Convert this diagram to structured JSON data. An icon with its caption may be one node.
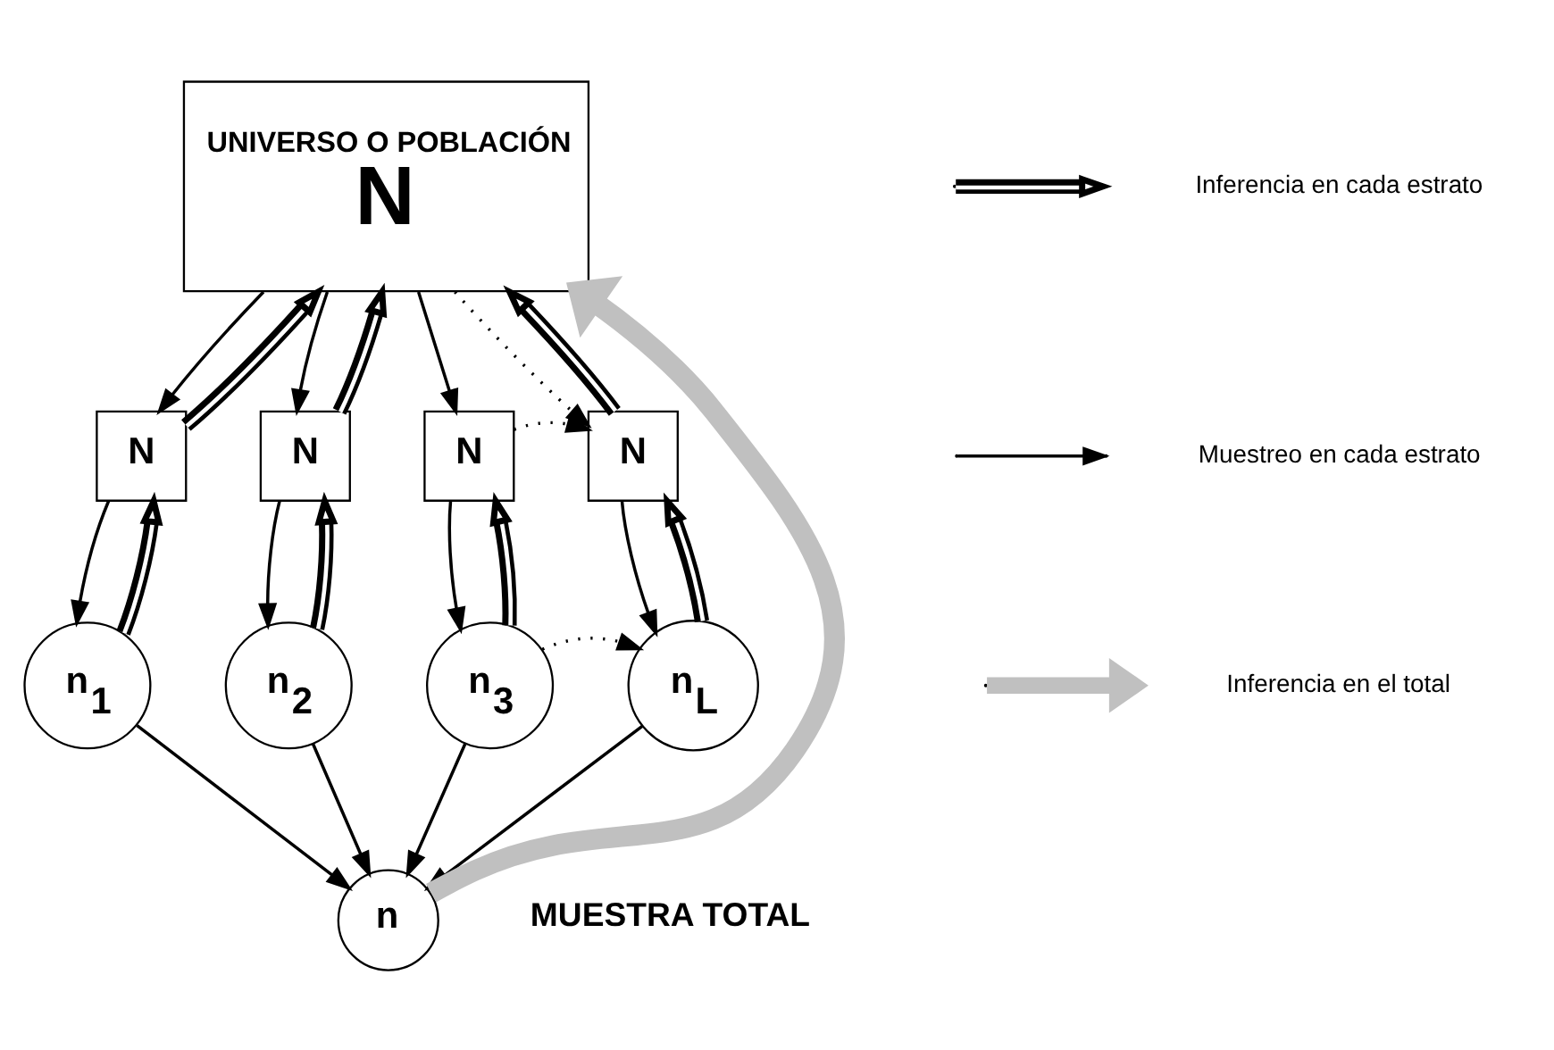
{
  "diagram": {
    "nodes": [
      {
        "text": [
          "UNIVERSO O POBLACIÓN",
          "N"
        ]
      },
      {
        "text": [
          "N"
        ]
      },
      {
        "text": [
          "N"
        ]
      },
      {
        "text": [
          "N"
        ]
      },
      {
        "text": [
          "N"
        ]
      },
      {
        "text": [
          "n$_{1}$"
        ]
      },
      {
        "text": [
          "n$_{2}$"
        ]
      },
      {
        "text": [
          "n$_{3}$"
        ]
      },
      {
        "text": [
          "n$_{L}$"
        ]
      },
      {
        "text": [
          "n"
        ],
        "beside": [
          "MUESTRA TOTAL"
        ]
      }
    ],
    "edges": [
      {
        "from": 0,
        "to": 1,
        "arrow": "to"
      },
      {
        "from": 0,
        "to": 2,
        "arrow": "to"
      },
      {
        "from": 0,
        "to": 3,
        "arrow": "to"
      },
      {
        "from": 0,
        "to": 4,
        "arrow": "to",
        "style": "dashed"
      },
      {
        "from": 1,
        "to": 0,
        "arrow": "to",
        "style": "thick"
      },
      {
        "from": 2,
        "to": 0,
        "arrow": "to",
        "style": "thick"
      },
      {
        "from": 4,
        "to": 0,
        "arrow": "to",
        "style": "thick"
      },
      {
        "from": 3,
        "to": 4,
        "arrow": "to",
        "style": "dashed"
      },
      {
        "from": 1,
        "to": 5,
        "arrow": "to"
      },
      {
        "from": 2,
        "to": 6,
        "arrow": "to"
      },
      {
        "from": 3,
        "to": 7,
        "arrow": "to"
      },
      {
        "from": 4,
        "to": 8,
        "arrow": "to"
      },
      {
        "from": 5,
        "to": 1,
        "arrow": "to",
        "style": "thick"
      },
      {
        "from": 6,
        "to": 2,
        "arrow": "to",
        "style": "thick"
      },
      {
        "from": 7,
        "to": 3,
        "arrow": "to",
        "style": "thick"
      },
      {
        "from": 8,
        "to": 4,
        "arrow": "to",
        "style": "thick"
      },
      {
        "from": 7,
        "to": 8,
        "arrow": "to",
        "style": "dashed"
      },
      {
        "from": 5,
        "to": 9,
        "arrow": "to"
      },
      {
        "from": 6,
        "to": 9,
        "arrow": "to"
      },
      {
        "from": 7,
        "to": 9,
        "arrow": "to"
      },
      {
        "from": 8,
        "to": 9,
        "arrow": "to"
      },
      {
        "from": 9,
        "to": 0,
        "arrow": "to",
        "style": "thick",
        "color": "#c0c0c0"
      }
    ],
    "legend": [
      {
        "text": "Inferencia en cada estrato"
      },
      {
        "text": "Muestreo en cada estrato"
      },
      {
        "text": "Inferencia en el total"
      }
    ]
  }
}
